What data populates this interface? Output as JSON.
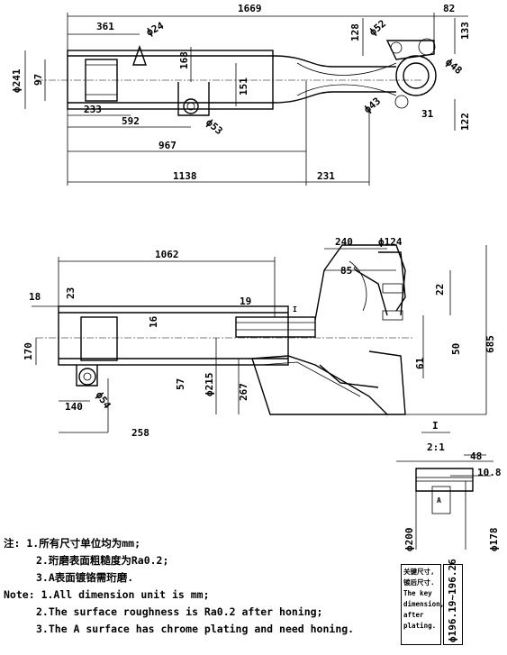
{
  "top_view": {
    "dims": {
      "overall_length": "1669",
      "right_end": "82",
      "d361": "361",
      "phi24": "ϕ24",
      "phi52": "ϕ52",
      "d128": "128",
      "d133": "133",
      "phi48": "ϕ48",
      "phi241": "ϕ241",
      "d97": "97",
      "d168": "168",
      "d151": "151",
      "d233": "233",
      "d592": "592",
      "phi53": "ϕ53",
      "phi43": "ϕ43",
      "d31": "31",
      "d122": "122",
      "d967": "967",
      "d1138": "1138",
      "d231": "231"
    }
  },
  "side_view": {
    "dims": {
      "d1062": "1062",
      "d240": "240",
      "phi124": "ϕ124",
      "angle85": "85°",
      "d18": "18",
      "d23": "23",
      "d19": "19",
      "detail_mark": "I",
      "d22": "22",
      "d16": "16",
      "d170": "170",
      "d57": "57",
      "phi215": "ϕ215",
      "d267": "267",
      "d61": "61",
      "d50": "50",
      "d685": "685",
      "d140": "140",
      "phi54": "ϕ54",
      "d258": "258"
    }
  },
  "detail": {
    "label": "I",
    "scale": "2:1",
    "d48": "48",
    "d10_8": "10.8",
    "phi200": "ϕ200",
    "phi178": "ϕ178",
    "a_mark": "A"
  },
  "notes": {
    "cn_prefix": "注:",
    "cn1": "1.所有尺寸单位均为mm;",
    "cn2": "2.珩磨表面粗糙度为Ra0.2;",
    "cn3": "3.A表面镀铬需珩磨.",
    "en_prefix": "Note:",
    "en1": "1.All dimension unit is mm;",
    "en2": "2.The surface roughness is Ra0.2 after honing;",
    "en3": "3.The A surface has chrome plating and need honing."
  },
  "key_dimension": {
    "label_lines": [
      "关键尺寸,",
      "镀后尺寸.",
      "The key",
      "dimension,",
      "after",
      "plating."
    ],
    "value": "ϕ196.19~196.26"
  }
}
